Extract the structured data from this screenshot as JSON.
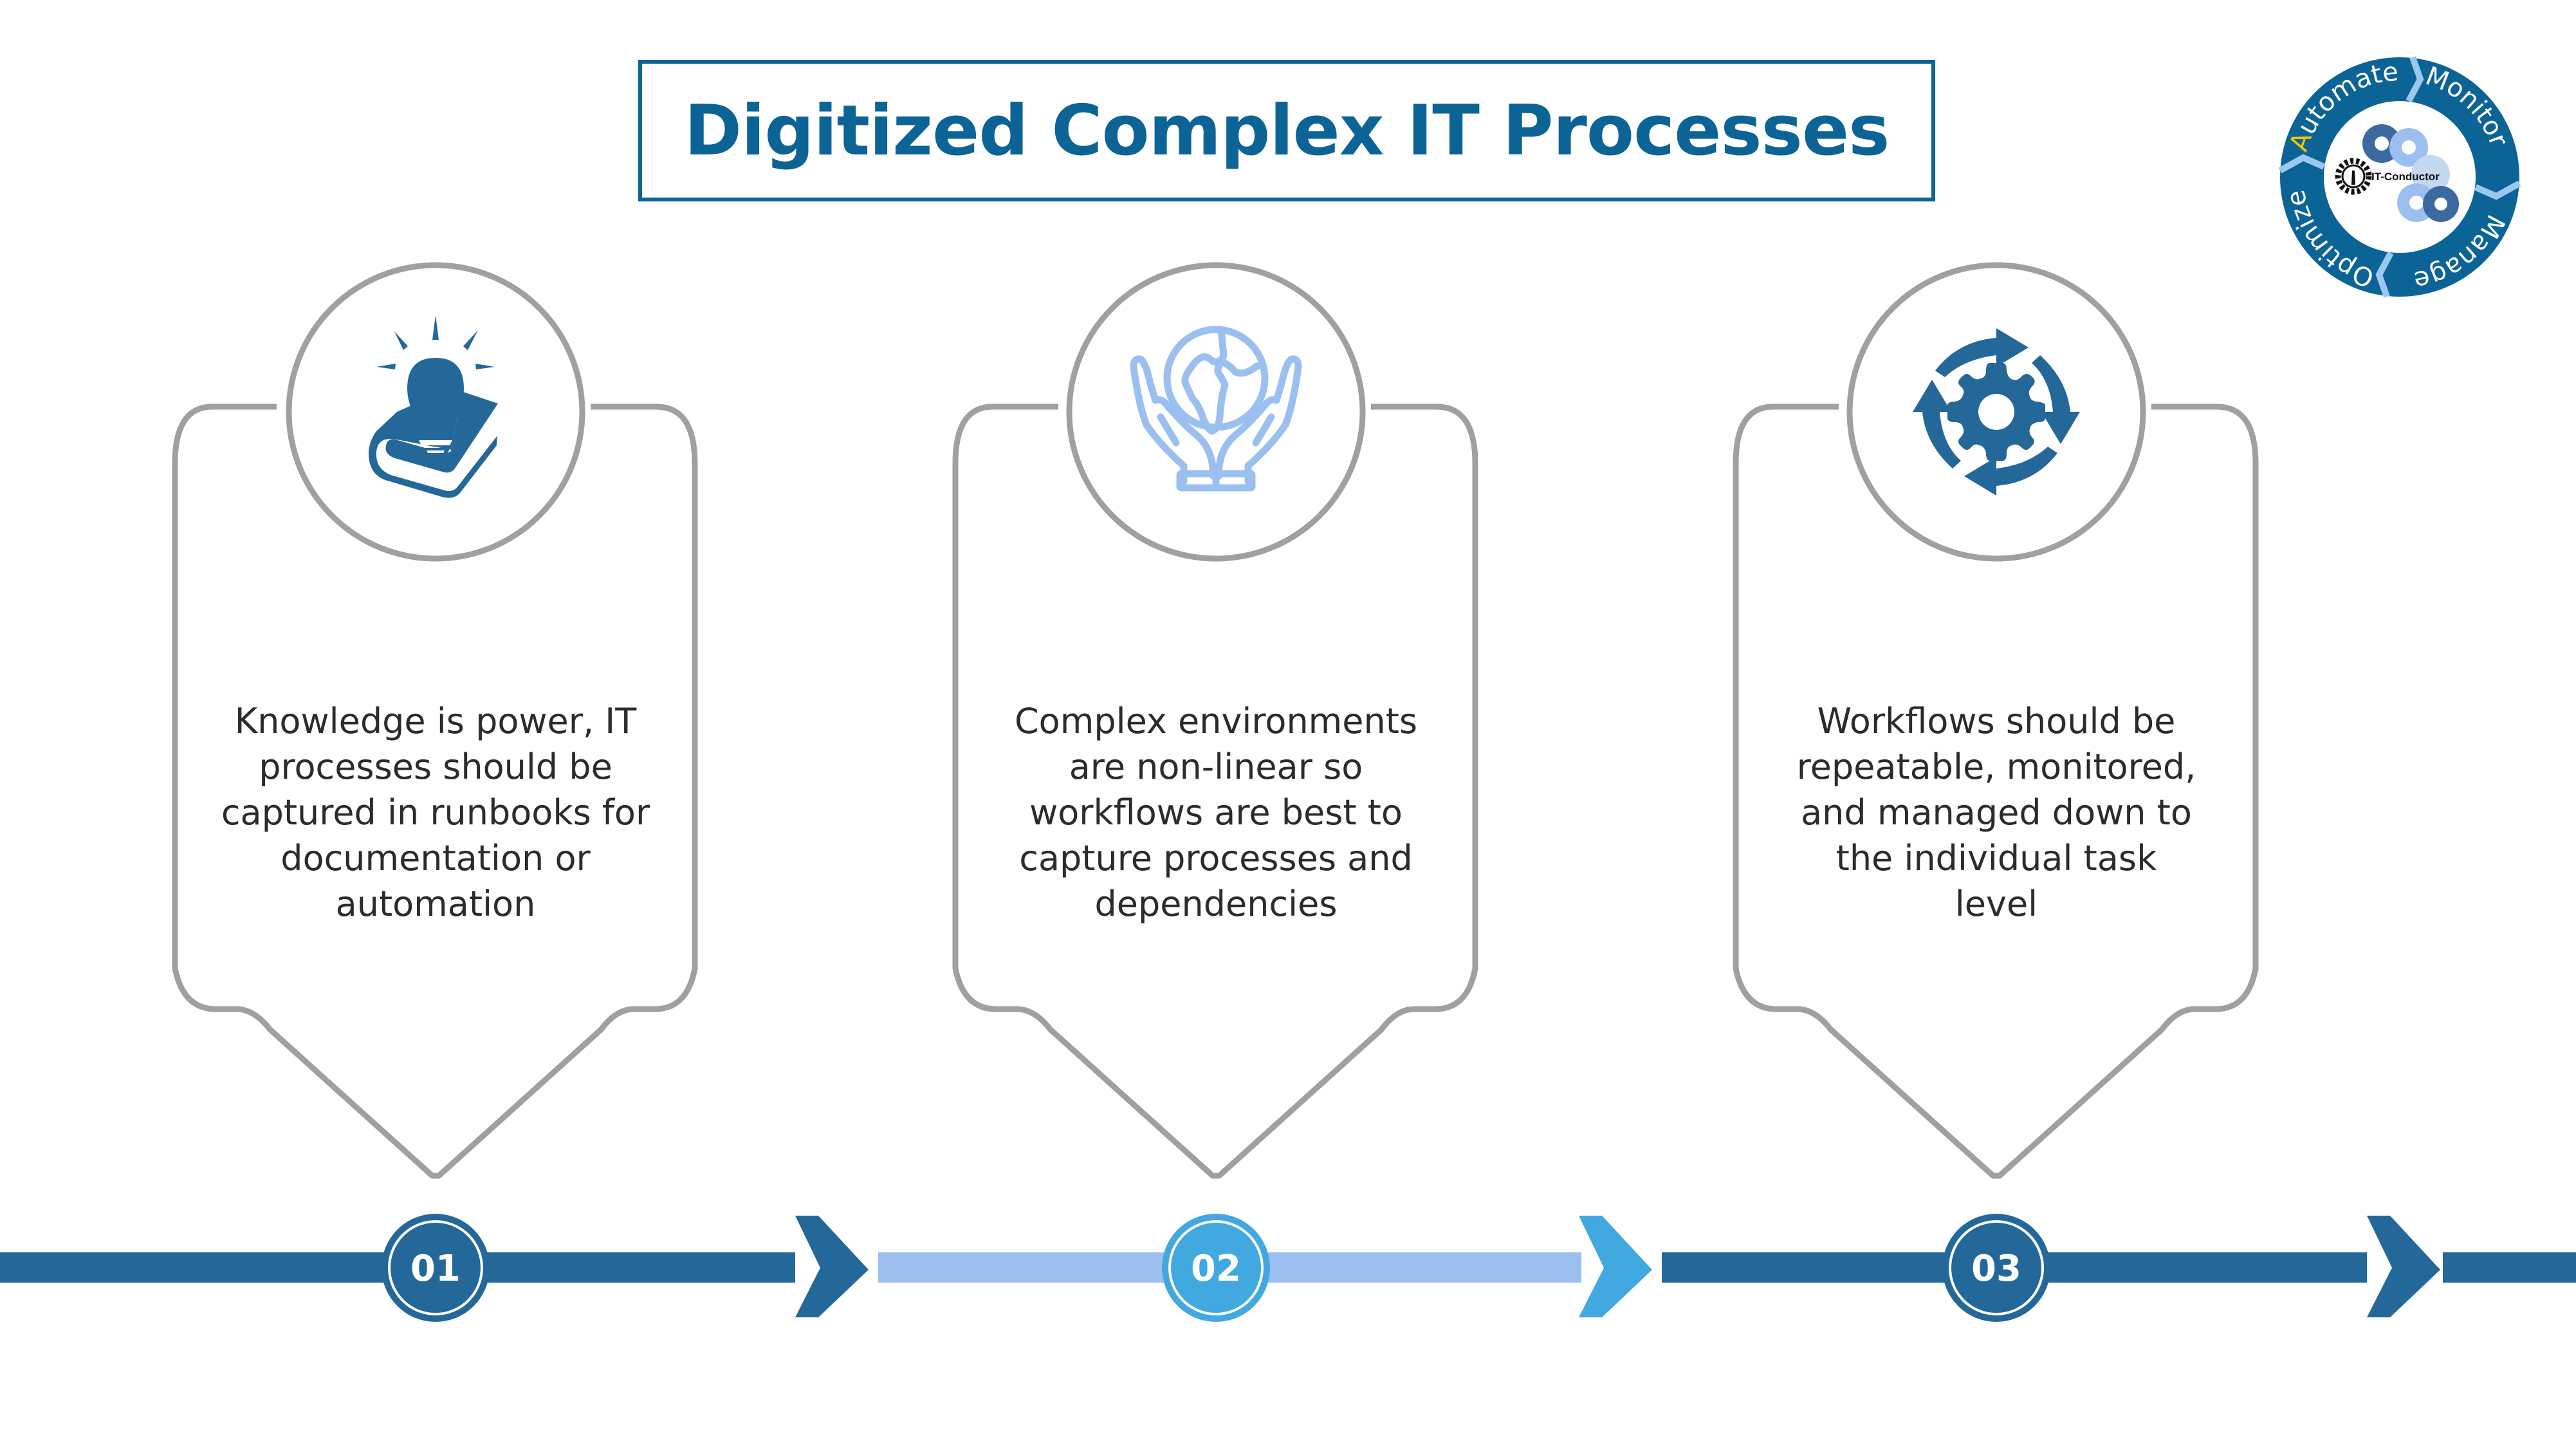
{
  "title": "Digitized Complex IT Processes",
  "colors": {
    "title": "#0c6496",
    "dark_blue": "#236899",
    "light_blue": "#9bc0ef",
    "sky_blue": "#41a8e0",
    "card_border": "#a0a0a0",
    "body_text": "#2b2b2b"
  },
  "logo": {
    "brand": "IT-Conductor",
    "ring_labels": [
      "Automate",
      "Monitor",
      "Manage",
      "Optimize"
    ],
    "highlight_letter_color": "#f5c400"
  },
  "steps": [
    {
      "number": "01",
      "icon": "lightbulb-book-icon",
      "text": "Knowledge is power, IT\nprocesses should be\ncaptured in runbooks for\ndocumentation or\nautomation"
    },
    {
      "number": "02",
      "icon": "hands-globe-icon",
      "text": "Complex environments\nare non-linear so\nworkflows are best to\ncapture processes and\ndependencies"
    },
    {
      "number": "03",
      "icon": "gear-cycle-icon",
      "text": "Workflows should be\nrepeatable, monitored,\nand managed down to\nthe individual task\nlevel"
    }
  ]
}
